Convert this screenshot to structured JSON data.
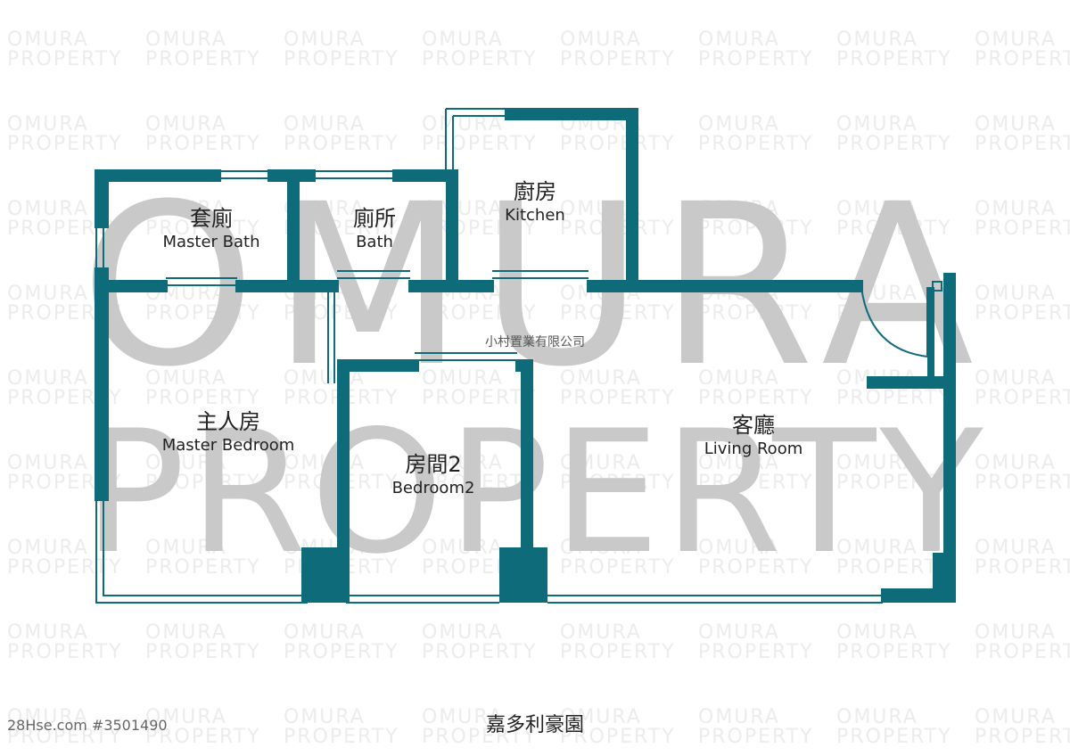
{
  "watermark": {
    "tile_line1": "OMURA",
    "tile_line2": "PROPERTY",
    "big_line1": "OMURA",
    "big_line2": "PROPERTY"
  },
  "rooms": {
    "master_bath": {
      "zh": "套廁",
      "en": "Master Bath"
    },
    "bath": {
      "zh": "廁所",
      "en": "Bath"
    },
    "kitchen": {
      "zh": "廚房",
      "en": "Kitchen"
    },
    "master_bedroom": {
      "zh": "主人房",
      "en": "Master Bedroom"
    },
    "bedroom2": {
      "zh": "房間2",
      "en": "Bedroom2"
    },
    "living_room": {
      "zh": "客廳",
      "en": "Living Room"
    }
  },
  "company_label": "小村置業有限公司",
  "estate_name": "嘉多利豪園",
  "source_id": "28Hse.com #3501490",
  "colors": {
    "wall": "#0e6b7a",
    "background": "#ffffff",
    "watermark": "#c9c9c9"
  }
}
